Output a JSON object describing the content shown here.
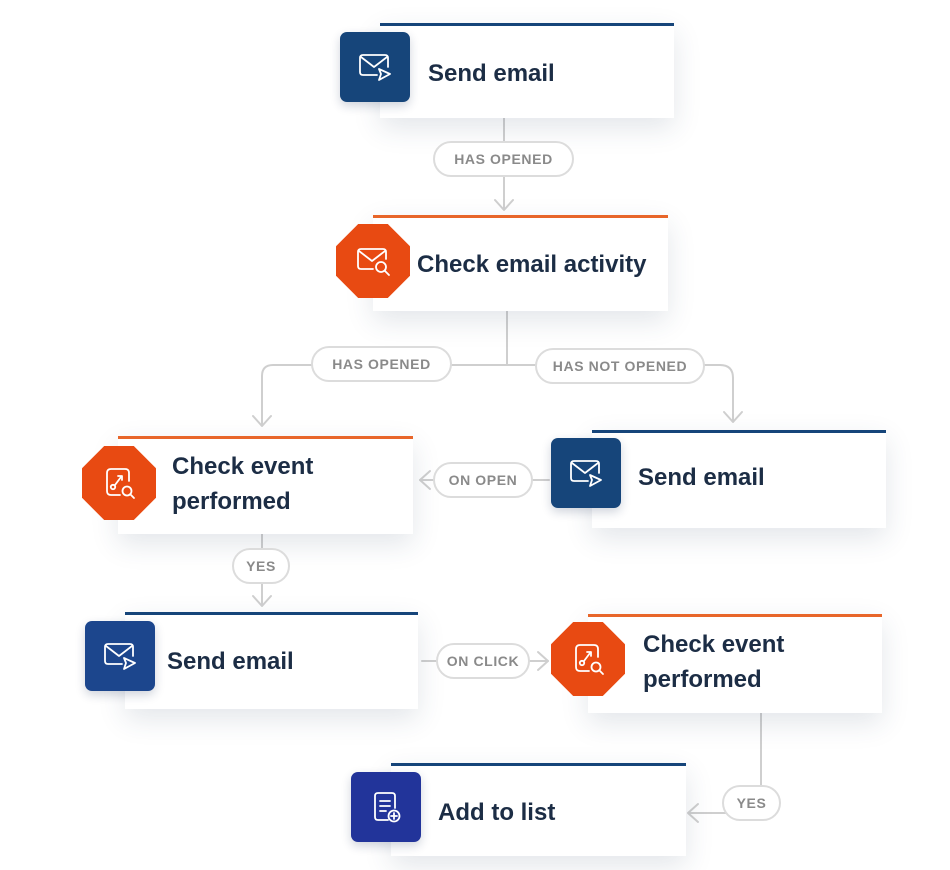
{
  "nodes": {
    "send_email_1": {
      "title": "Send email",
      "icon": "send-email-icon"
    },
    "check_activity": {
      "title": "Check email activity",
      "icon": "email-search-icon"
    },
    "check_event_1": {
      "title": "Check event performed",
      "icon": "event-search-icon"
    },
    "send_email_2": {
      "title": "Send email",
      "icon": "send-email-icon"
    },
    "send_email_3": {
      "title": "Send email",
      "icon": "send-email-icon"
    },
    "check_event_2": {
      "title": "Check event performed",
      "icon": "event-search-icon"
    },
    "add_to_list": {
      "title": "Add to list",
      "icon": "add-to-list-icon"
    }
  },
  "edges": {
    "has_opened_1": "HAS OPENED",
    "has_opened_2": "HAS OPENED",
    "has_not_opened": "HAS NOT OPENED",
    "on_open": "ON OPEN",
    "yes_1": "YES",
    "on_click": "ON CLICK",
    "yes_2": "YES"
  },
  "colors": {
    "navy": "#16457a",
    "orange": "#e84a12",
    "accent_orange": "#e8662a",
    "connector": "#cfcfcf",
    "label_text": "#8a8a8a",
    "title_text": "#1c2d45"
  }
}
